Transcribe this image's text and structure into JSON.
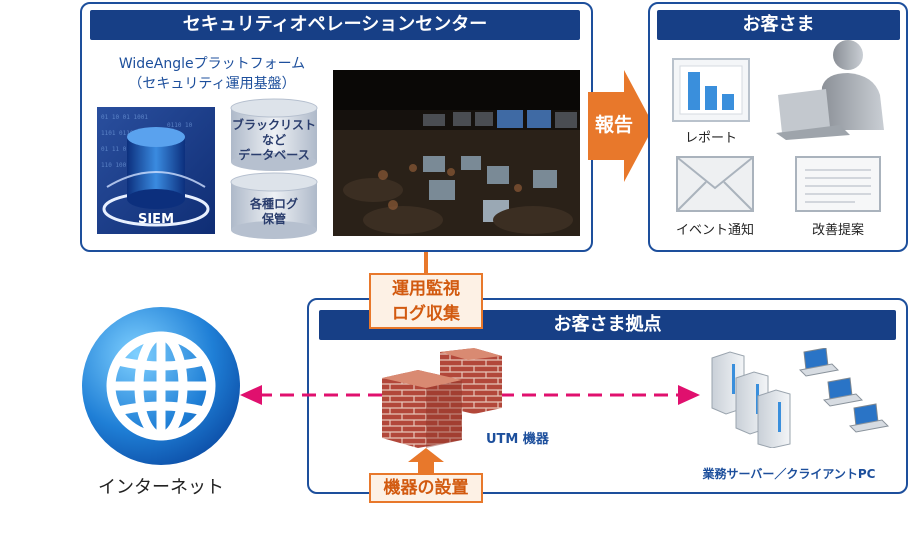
{
  "soc": {
    "title": "セキュリティオペレーションセンター",
    "platform_line1": "WideAngleプラットフォーム",
    "platform_line2": "（セキュリティ運用基盤）",
    "siem_label": "SIEM",
    "blacklist_label": "ブラックリスト\nなど\nデータベース",
    "log_label": "各種ログ\n保管"
  },
  "report_arrow_label": "報告",
  "customer": {
    "title": "お客さま",
    "items": [
      {
        "label": "レポート",
        "icon": "report-chart-icon"
      },
      {
        "label": "イベント通知",
        "icon": "envelope-icon"
      },
      {
        "label": "改善提案",
        "icon": "document-icon"
      }
    ],
    "person_icon": "user-at-laptop-icon"
  },
  "monitor_label": "運用監視\nログ収集",
  "site": {
    "title": "お客さま拠点",
    "utm_label": "UTM 機器",
    "servers_label": "業務サーバー／クライアントPC"
  },
  "install_label": "機器の設置",
  "internet_label": "インターネット",
  "colors": {
    "navy": "#173f86",
    "border_blue": "#1d4f9c",
    "orange": "#e8782b",
    "magenta": "#e0106e"
  }
}
